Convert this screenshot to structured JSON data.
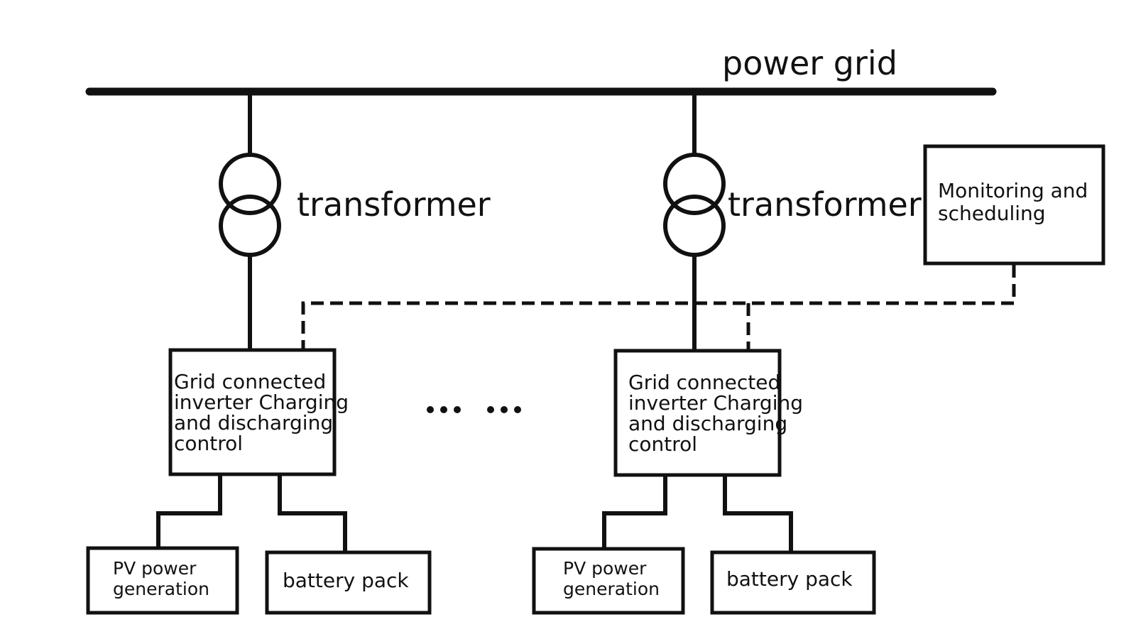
{
  "grid_label": "power grid",
  "transformer_label": "transformer",
  "monitor": {
    "line1": "Monitoring and",
    "line2": "scheduling"
  },
  "inverter": {
    "line1": "Grid connected",
    "line2": "inverter Charging",
    "line3": "and discharging",
    "line4": "control"
  },
  "pv": {
    "line1": "PV power",
    "line2": "generation"
  },
  "battery_label": "battery pack",
  "colors": {
    "stroke": "#111111",
    "background": "#ffffff"
  }
}
